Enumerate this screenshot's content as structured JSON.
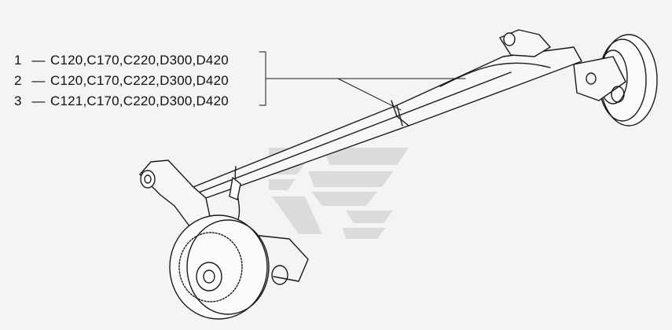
{
  "variants": [
    {
      "number": "1",
      "separator": "—",
      "codes": "C120,C170,C220,D300,D420"
    },
    {
      "number": "2",
      "separator": "—",
      "codes": "C120,C170,C222,D300,D420"
    },
    {
      "number": "3",
      "separator": "—",
      "codes": "C121,C170,C220,D300,D420"
    }
  ],
  "colors": {
    "background": "#f4f4f4",
    "line": "#1a1a1a",
    "watermark": "#d9dcd9"
  },
  "icons": [
    "rear-axle-illustration",
    "watermark-logo"
  ]
}
